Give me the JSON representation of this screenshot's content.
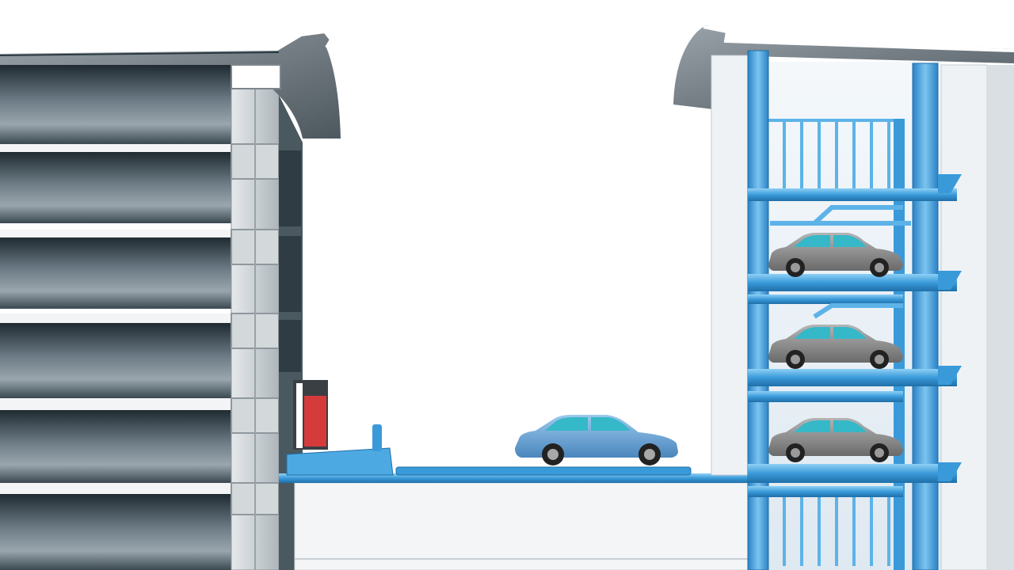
{
  "scene": {
    "description_visible_text": "",
    "background": "#ffffff"
  },
  "colors": {
    "steel_blue": "#3a9ad9",
    "steel_blue_light": "#8fc8ee",
    "steel_blue_dark": "#1f6fa8",
    "building_dark": "#2b3942",
    "building_mid": "#5b6b75",
    "building_light": "#d9dde0",
    "concrete": "#eef1f3",
    "car_blue": "#6aa8dc",
    "car_grey": "#7c7c7c",
    "window_teal": "#35b8c8",
    "signal_red": "#d63b3b"
  },
  "elements": {
    "left_building": "multi-storey-building",
    "right_tower": "automated-parking-tower",
    "bridge": "transfer-platform",
    "cars_in_tower": 3,
    "cars_on_platform": 1
  }
}
